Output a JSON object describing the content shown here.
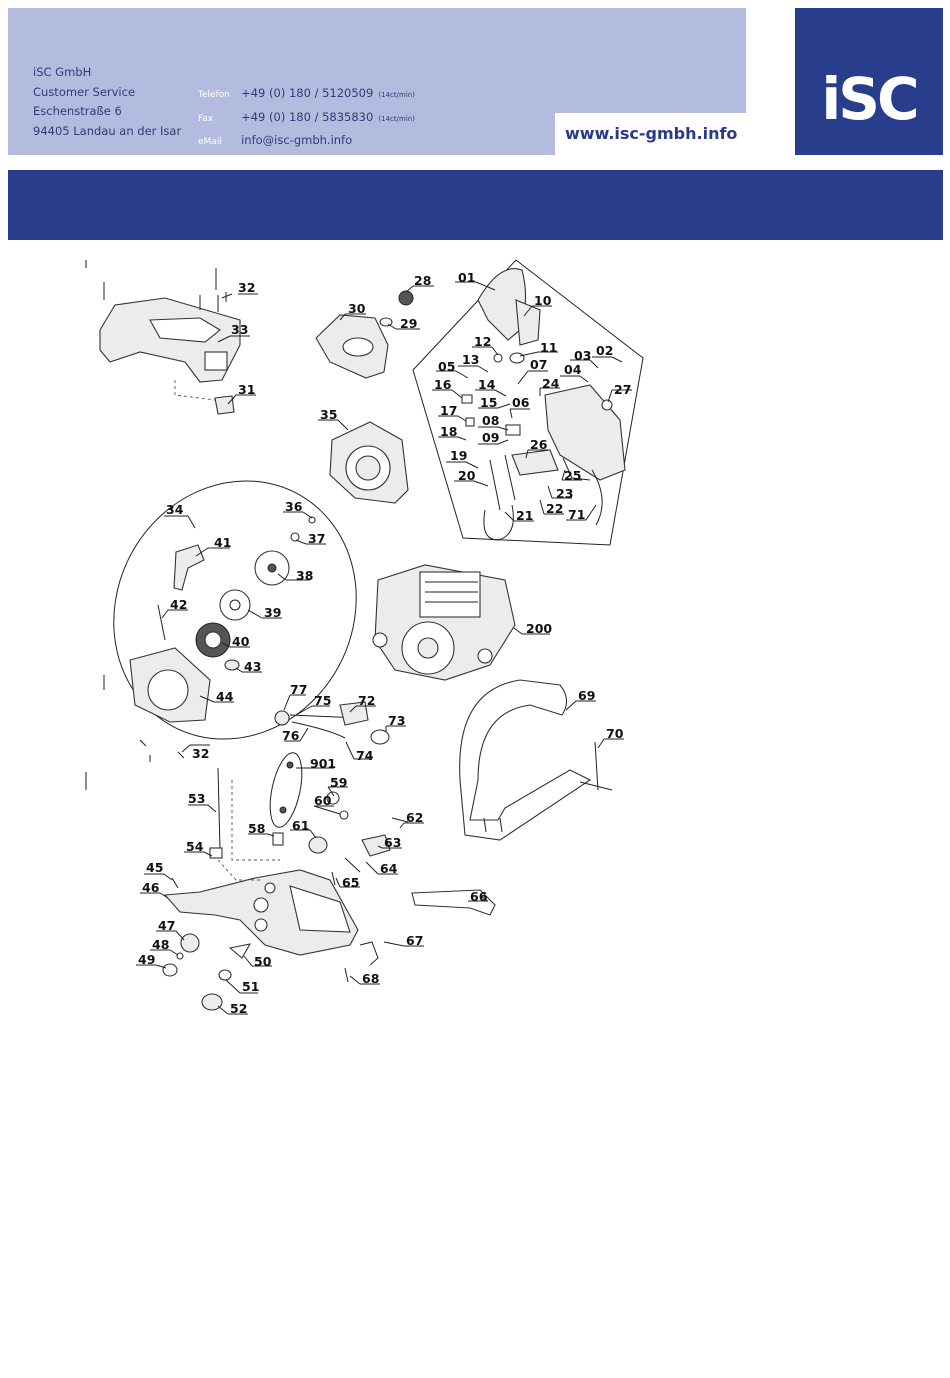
{
  "header": {
    "company": "iSC GmbH",
    "department": "Customer Service",
    "street": "Eschenstraße 6",
    "city": "94405 Landau an der Isar",
    "phone": {
      "label": "Telefon",
      "value": "+49 (0) 180 / 5120509",
      "rate": "(14ct/min)"
    },
    "fax": {
      "label": "Fax",
      "value": "+49 (0) 180 / 5835830",
      "rate": "(14ct/min)"
    },
    "email": {
      "label": "eMail",
      "value": "info@isc-gmbh.info"
    },
    "website": "www.isc-gmbh.info",
    "logo": "iSC"
  },
  "colors": {
    "header_light": "#b3bcdf",
    "brand_blue": "#283d8c",
    "text_blue": "#2f3a7a"
  },
  "diagram": {
    "part_labels": [
      "01",
      "02",
      "03",
      "04",
      "05",
      "06",
      "07",
      "08",
      "09",
      "10",
      "11",
      "12",
      "13",
      "14",
      "15",
      "16",
      "17",
      "18",
      "19",
      "20",
      "21",
      "22",
      "23",
      "24",
      "25",
      "26",
      "27",
      "28",
      "29",
      "30",
      "31",
      "32",
      "32",
      "33",
      "34",
      "35",
      "36",
      "37",
      "38",
      "39",
      "40",
      "41",
      "42",
      "43",
      "44",
      "45",
      "46",
      "47",
      "48",
      "49",
      "50",
      "51",
      "52",
      "53",
      "54",
      "58",
      "59",
      "60",
      "61",
      "62",
      "63",
      "64",
      "65",
      "66",
      "67",
      "68",
      "69",
      "70",
      "71",
      "72",
      "73",
      "74",
      "75",
      "76",
      "77",
      "200",
      "901"
    ]
  }
}
